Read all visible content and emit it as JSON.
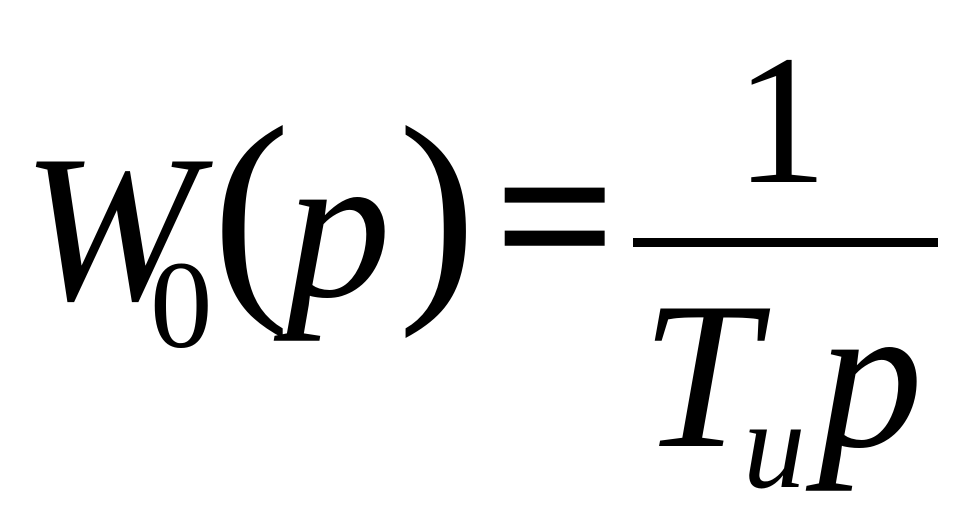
{
  "formula": {
    "lhs": {
      "function_symbol": "W",
      "subscript": "0",
      "open_paren": "(",
      "argument": "p",
      "close_paren": ")"
    },
    "equals": "=",
    "rhs": {
      "numerator": "1",
      "denominator": {
        "symbol": "T",
        "subscript": "u",
        "variable": "p"
      }
    }
  },
  "colors": {
    "text": "#000000",
    "background": "#ffffff"
  }
}
